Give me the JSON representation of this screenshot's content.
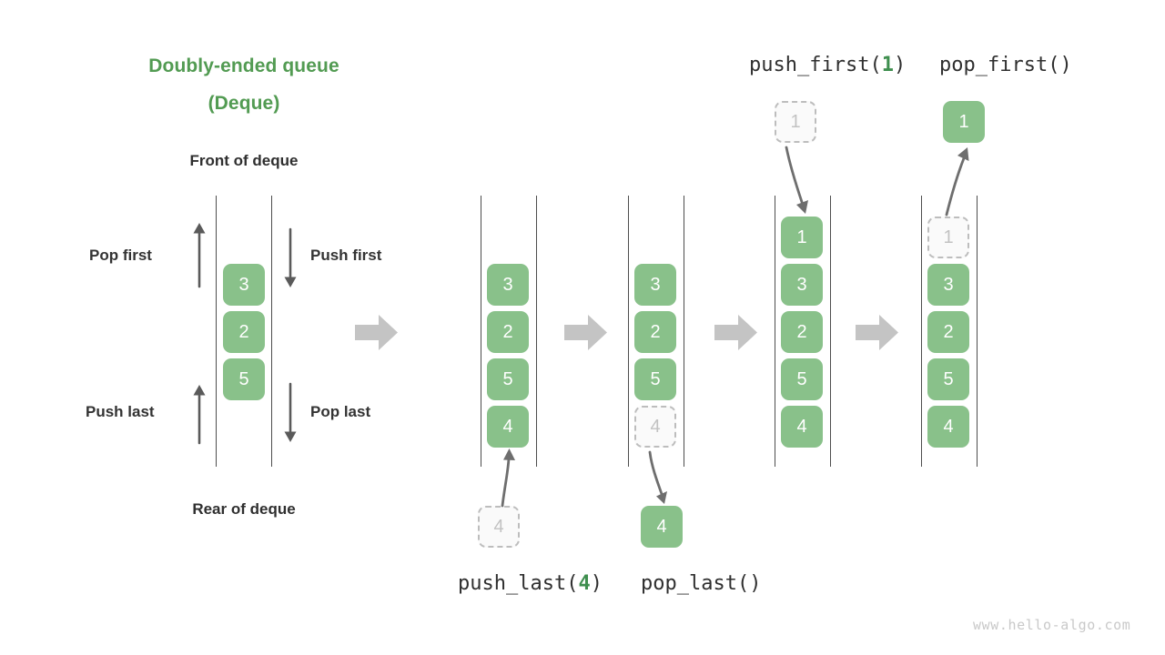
{
  "title": {
    "line1": "Doubly-ended queue",
    "line2": "(Deque)"
  },
  "labels": {
    "front": "Front of deque",
    "rear": "Rear of deque",
    "pop_first": "Pop first",
    "push_first": "Push first",
    "push_last": "Push last",
    "pop_last": "Pop last"
  },
  "operations": {
    "push_first": {
      "name": "push_first(",
      "arg": "1",
      "close": ")"
    },
    "pop_first": {
      "name": "pop_first()"
    },
    "push_last": {
      "name": "push_last(",
      "arg": "4",
      "close": ")"
    },
    "pop_last": {
      "name": "pop_last()"
    }
  },
  "colors": {
    "accent_green": "#529b52",
    "cell_green": "#89c18a",
    "ghost_border": "#bdbdbd",
    "ghost_text": "#c2c2c2",
    "rail": "#4d4d4d",
    "arrow_grey": "#c4c4c4",
    "thin_arrow": "#5a5a5a",
    "label_dark": "#2f2f2f",
    "watermark": "#c9c9c9"
  },
  "columns": [
    {
      "id": "deque-initial-annotated",
      "cells": [
        {
          "value": "3",
          "state": "filled"
        },
        {
          "value": "2",
          "state": "filled"
        },
        {
          "value": "5",
          "state": "filled"
        }
      ]
    },
    {
      "id": "deque-after-push-last",
      "cells": [
        {
          "value": "3",
          "state": "filled"
        },
        {
          "value": "2",
          "state": "filled"
        },
        {
          "value": "5",
          "state": "filled"
        },
        {
          "value": "4",
          "state": "filled"
        }
      ],
      "incoming": {
        "value": "4",
        "state": "ghost"
      }
    },
    {
      "id": "deque-before-pop-last",
      "cells": [
        {
          "value": "3",
          "state": "filled"
        },
        {
          "value": "2",
          "state": "filled"
        },
        {
          "value": "5",
          "state": "filled"
        },
        {
          "value": "4",
          "state": "ghost"
        }
      ],
      "outgoing": {
        "value": "4",
        "state": "filled"
      }
    },
    {
      "id": "deque-after-push-first",
      "cells": [
        {
          "value": "1",
          "state": "filled"
        },
        {
          "value": "3",
          "state": "filled"
        },
        {
          "value": "2",
          "state": "filled"
        },
        {
          "value": "5",
          "state": "filled"
        },
        {
          "value": "4",
          "state": "filled"
        }
      ],
      "incoming": {
        "value": "1",
        "state": "ghost"
      }
    },
    {
      "id": "deque-before-pop-first",
      "cells": [
        {
          "value": "1",
          "state": "ghost"
        },
        {
          "value": "3",
          "state": "filled"
        },
        {
          "value": "2",
          "state": "filled"
        },
        {
          "value": "5",
          "state": "filled"
        },
        {
          "value": "4",
          "state": "filled"
        }
      ],
      "outgoing": {
        "value": "1",
        "state": "filled"
      }
    }
  ],
  "transitions": [
    {
      "id": "transition-1"
    },
    {
      "id": "transition-2"
    },
    {
      "id": "transition-3"
    },
    {
      "id": "transition-4"
    }
  ],
  "watermark": "www.hello-algo.com"
}
